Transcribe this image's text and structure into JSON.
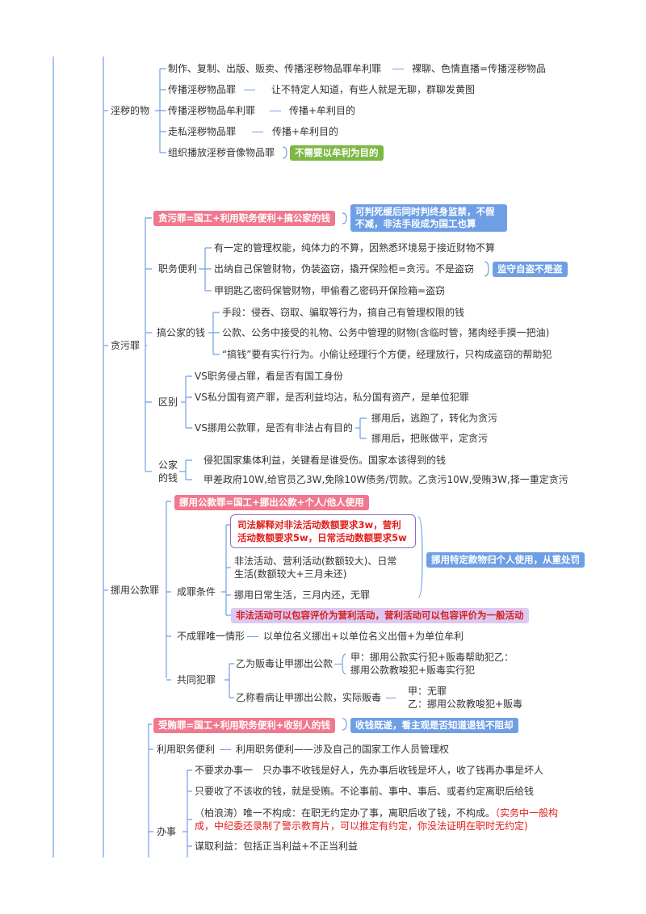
{
  "colors": {
    "line": "#6e9fe5",
    "pink": "#f0788f",
    "blue": "#6e9fe5",
    "green": "#7cb843",
    "purple_bg": "#dcc9f2",
    "red": "#e11d1d"
  },
  "s1": {
    "topic": "淫秽的物",
    "items": [
      {
        "label": "制作、复制、出版、贩卖、传播淫秽物品罪牟利罪",
        "note": "裸聊、色情直播=传播淫秽物品"
      },
      {
        "label": "传播淫秽物品罪",
        "note": "让不特定人知道，有些人就是无聊，群聊发黄图"
      },
      {
        "label": "传播淫秽物品牟利罪",
        "note": "传播+牟利目的"
      },
      {
        "label": "走私淫秽物品罪",
        "note": "传播+牟利目的"
      },
      {
        "label": "组织播放淫秽音像物品罪",
        "tag": "不需要以牟利为目的"
      }
    ]
  },
  "s2": {
    "topic": "贪污罪",
    "header": "贪污罪=国工+利用职务便利+搞公家的钱",
    "header_note": "可判死缓后同时判终身监禁，不假不减，非法手段成为国工也算",
    "g1": {
      "label": "职务便利",
      "items": [
        "有一定的管理权能，纯体力的不算，因熟悉环境易于接近财物不算",
        "出纳自己保管财物，伪装盗窃，撬开保险柜=贪污。不是盗窃",
        "甲钥匙乙密码保管财物，甲偷看乙密码开保险箱=盗窃"
      ],
      "tag": "监守自盗不是盗"
    },
    "g2": {
      "label": "搞公家的钱",
      "items": [
        "手段：侵吞、窃取、骗取等行为，搞自己有管理权限的钱",
        "公款、公务中接受的礼物、公务中管理的财物(含临时管，猪肉经手摸一把油)",
        "“搞钱”要有实行行为。小偷让经理行个方便，经理放行，只构成盗窃的帮助犯"
      ]
    },
    "g3": {
      "label": "区别",
      "items": [
        "VS职务侵占罪，看是否有国工身份",
        "VS私分国有资产罪，是否利益均沾，私分国有资产，是单位犯罪",
        "VS挪用公款罪，是否有非法占有目的"
      ],
      "sub": [
        "挪用后，逃跑了，转化为贪污",
        "挪用后，把账做平，定贪污"
      ]
    },
    "g4": {
      "label": "公家的钱",
      "label_a": "公家",
      "label_b": "的钱",
      "items": [
        "侵犯国家集体利益，关键看是谁受伤。国家本该得到的钱",
        "甲差政府10W,给官员乙3W,免除10W债务/罚款。乙贪污10W,受贿3W,择一重定贪污"
      ]
    }
  },
  "s3": {
    "topic": "挪用公款罪",
    "header": "挪用公款罪=国工+挪出公款+个人/他人使用",
    "g1": {
      "label": "成罪条件",
      "callout": "司法解释对非法活动数额要求3w，营利活动数额要求5w，日常活动数额要求5w",
      "items": [
        "非法活动、营利活动(数额较大)、日常生活(数额较大+三月未还)",
        "挪用日常生活，三月内还，无罪"
      ],
      "tag_blue": "挪用特定款物归个人使用，从重处罚",
      "tag_purple": "非法活动可以包容评价为营利活动，营利活动可以包容评价为一般活动"
    },
    "g2": {
      "label": "不成罪唯一情形",
      "note": "以单位名义挪出+以单位名义出借+为单位牟利"
    },
    "g3": {
      "label": "共同犯罪",
      "c1": {
        "label": "乙为贩毒让甲挪出公款",
        "lines": [
          "甲：挪用公款实行犯+贩毒帮助犯乙：",
          "挪用公款教唆犯+贩毒实行犯"
        ]
      },
      "c2": {
        "label": "乙称看病让甲挪出公款，实际贩毒",
        "lines": [
          "甲：无罪",
          "乙：挪用公款教唆犯+贩毒"
        ]
      }
    }
  },
  "s4": {
    "header": "受贿罪=国工+利用职务便利+收别人的钱",
    "header_note": "收钱既遂，看主观是否知道退钱不阻却",
    "g1": {
      "label": "利用职务便利",
      "note": "利用职务便利——涉及自己的国家工作人员管理权"
    },
    "g2": {
      "label": "办事",
      "items": [
        "不要求办事一　只办事不收钱是好人，先办事后收钱是坏人，收了钱再办事是坏人",
        "只要收了不该收的钱，就是受贿。不论事前、事中、事后、或者约定离职后给钱"
      ],
      "item3_black": "（柏浪涛）唯一不构成：在职无约定办了事，离职后收了钱，不构成。",
      "item3_red": "（实务中一般构成，中纪委还录制了警示教育片，可以推定有约定，你没法证明在职时无约定)",
      "item4": "谋取利益：包括正当利益+不正当利益"
    }
  }
}
